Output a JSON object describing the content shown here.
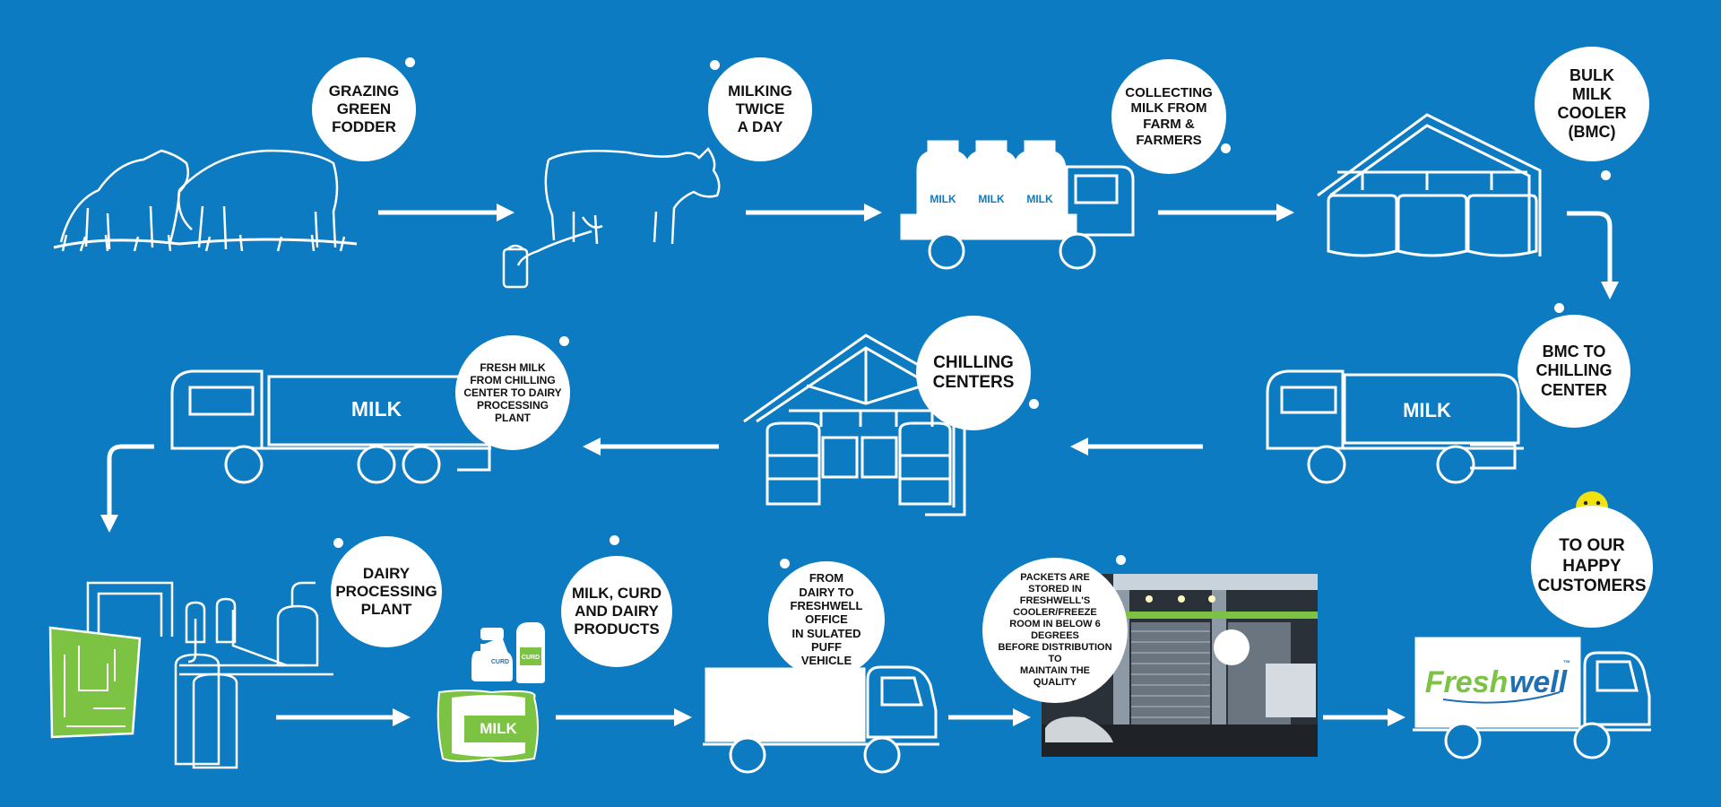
{
  "colors": {
    "background": "#0d7bc2",
    "line": "#ffffff",
    "accent_green": "#7cc243",
    "brand_blue": "#1f6fb5",
    "smiley": "#f2e20f"
  },
  "steps": [
    {
      "id": "grazing",
      "label": "GRAZING\nGREEN\nFODDER"
    },
    {
      "id": "milking",
      "label": "MILKING\nTWICE\nA DAY"
    },
    {
      "id": "collecting",
      "label": "COLLECTING\nMILK FROM\nFARM &\nFARMERS"
    },
    {
      "id": "bmc",
      "label": "BULK\nMILK\nCOOLER\n(BMC)"
    },
    {
      "id": "bmc-to-chilling",
      "label": "BMC TO\nCHILLING\nCENTER"
    },
    {
      "id": "chilling",
      "label": "CHILLING\nCENTERS"
    },
    {
      "id": "fresh-milk",
      "label": "FRESH MILK\nFROM CHILLING\nCENTER TO DAIRY\nPROCESSING\nPLANT"
    },
    {
      "id": "dairy-plant",
      "label": "DAIRY\nPROCESSING\nPLANT"
    },
    {
      "id": "products",
      "label": "MILK, CURD\nAND DAIRY\nPRODUCTS"
    },
    {
      "id": "transport",
      "label": "FROM\nDAIRY TO\nFRESHWELL\nOFFICE\nIN SULATED PUFF\nVEHICLE"
    },
    {
      "id": "storage",
      "label": "PACKETS ARE\nSTORED IN FRESHWELL'S\nCOOLER/FREEZE\nROOM IN BELOW 6 DEGREES\nBEFORE DISTRIBUTION TO\nMAINTAIN THE\nQUALITY"
    },
    {
      "id": "customers",
      "label": "TO OUR\nHAPPY\nCUSTOMERS"
    }
  ],
  "vehicle_labels": {
    "milk_can": "MILK",
    "tanker": "MILK",
    "packet": "MILK",
    "curd_small": "CURD",
    "curd_jar": "CURD"
  },
  "brand": {
    "name_a": "Fresh",
    "name_b": "well",
    "tm": "™"
  },
  "icons": [
    "cow-icon",
    "milk-can-icon",
    "truck-icon",
    "tanker-icon",
    "cooler-building-icon",
    "processing-plant-icon",
    "milk-packet-icon",
    "storefront-icon",
    "smiley-icon",
    "arrow-icon"
  ]
}
